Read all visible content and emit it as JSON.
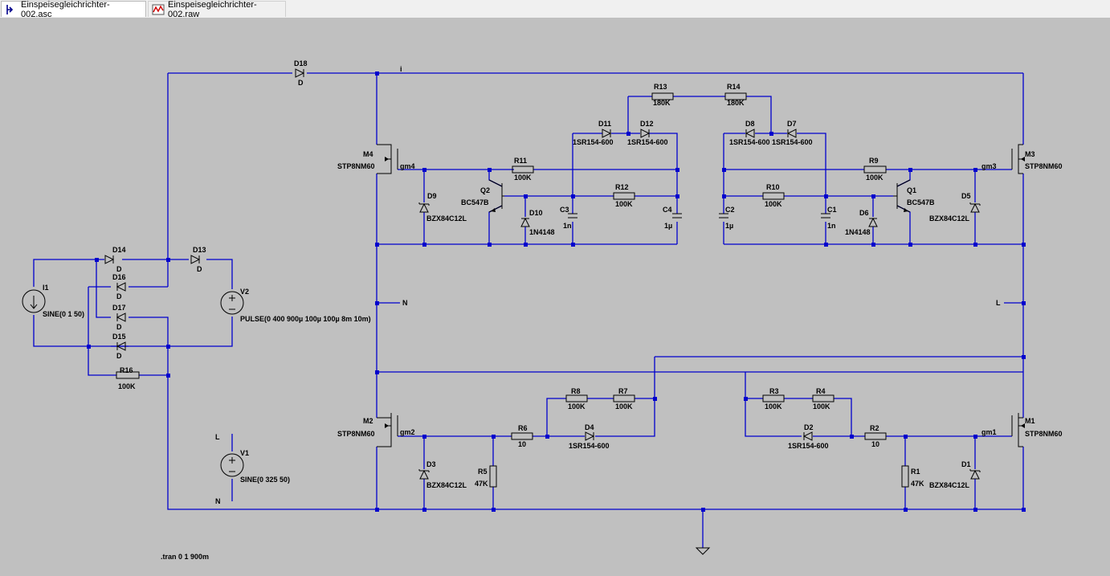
{
  "tabs": [
    {
      "label": "Einspeisegleichrichter-002.asc",
      "icon": "schematic-icon",
      "active": true
    },
    {
      "label": "Einspeisegleichrichter-002.raw",
      "icon": "waveform-icon",
      "active": false
    }
  ],
  "colors": {
    "background": "#c0c0c0",
    "wire": "#0000cd",
    "component": "#000000",
    "tab_active": "#ffffff",
    "tabbar": "#f0f0f0"
  },
  "components": {
    "D18": {
      "name": "D18",
      "value": "D"
    },
    "D14": {
      "name": "D14",
      "value": "D"
    },
    "D16": {
      "name": "D16",
      "value": "D"
    },
    "D17": {
      "name": "D17",
      "value": "D"
    },
    "D15": {
      "name": "D15",
      "value": "D"
    },
    "D13": {
      "name": "D13",
      "value": "D"
    },
    "I1": {
      "name": "I1",
      "value": "SINE(0 1 50)"
    },
    "V2": {
      "name": "V2",
      "value": "PULSE(0 400 900µ 100µ 100µ 8m 10m)"
    },
    "V1": {
      "name": "V1",
      "value": "SINE(0 325 50)"
    },
    "R16": {
      "name": "R16",
      "value": "100K"
    },
    "M4": {
      "name": "M4",
      "value": "STP8NM60"
    },
    "M3": {
      "name": "M3",
      "value": "STP8NM60"
    },
    "M2": {
      "name": "M2",
      "value": "STP8NM60"
    },
    "M1": {
      "name": "M1",
      "value": "STP8NM60"
    },
    "R13": {
      "name": "R13",
      "value": "180K"
    },
    "R14": {
      "name": "R14",
      "value": "180K"
    },
    "D11": {
      "name": "D11",
      "value": "1SR154-600"
    },
    "D12": {
      "name": "D12",
      "value": "1SR154-600"
    },
    "D8": {
      "name": "D8",
      "value": "1SR154-600"
    },
    "D7": {
      "name": "D7",
      "value": "1SR154-600"
    },
    "R11": {
      "name": "R11",
      "value": "100K"
    },
    "R9": {
      "name": "R9",
      "value": "100K"
    },
    "R12": {
      "name": "R12",
      "value": "100K"
    },
    "R10": {
      "name": "R10",
      "value": "100K"
    },
    "Q2": {
      "name": "Q2",
      "value": "BC547B"
    },
    "Q1": {
      "name": "Q1",
      "value": "BC547B"
    },
    "D9": {
      "name": "D9",
      "value": "BZX84C12L"
    },
    "D5": {
      "name": "D5",
      "value": "BZX84C12L"
    },
    "D3": {
      "name": "D3",
      "value": "BZX84C12L"
    },
    "D1": {
      "name": "D1",
      "value": "BZX84C12L"
    },
    "D10": {
      "name": "D10",
      "value": "1N4148"
    },
    "D6": {
      "name": "D6",
      "value": "1N4148"
    },
    "C3": {
      "name": "C3",
      "value": "1n"
    },
    "C1": {
      "name": "C1",
      "value": "1n"
    },
    "C4": {
      "name": "C4",
      "value": "1µ"
    },
    "C2": {
      "name": "C2",
      "value": "1µ"
    },
    "R8": {
      "name": "R8",
      "value": "100K"
    },
    "R7": {
      "name": "R7",
      "value": "100K"
    },
    "R3": {
      "name": "R3",
      "value": "100K"
    },
    "R4": {
      "name": "R4",
      "value": "100K"
    },
    "R6": {
      "name": "R6",
      "value": "10"
    },
    "R2": {
      "name": "R2",
      "value": "10"
    },
    "R5": {
      "name": "R5",
      "value": "47K"
    },
    "R1": {
      "name": "R1",
      "value": "47K"
    },
    "D4": {
      "name": "D4",
      "value": "1SR154-600"
    },
    "D2": {
      "name": "D2",
      "value": "1SR154-600"
    }
  },
  "net_labels": {
    "i": "i",
    "N": "N",
    "L": "L",
    "gm4": "gm4",
    "gm3": "gm3",
    "gm2": "gm2",
    "gm1": "gm1"
  },
  "directive": ".tran 0 1 900m"
}
